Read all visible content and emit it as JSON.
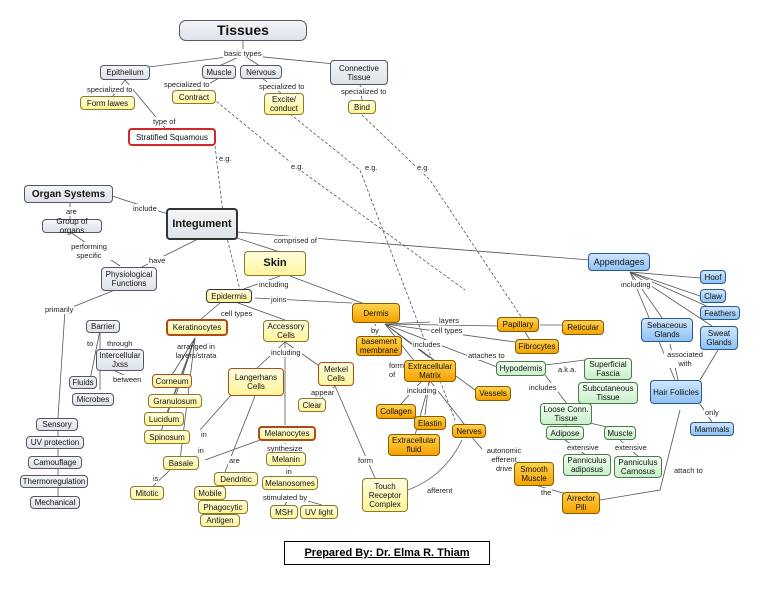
{
  "nodes": {
    "tissues": "Tissues",
    "epithelium": "Epithelium",
    "muscle_t": "Muscle",
    "nervous": "Nervous",
    "connective": "Connective Tissue",
    "form_laws": "Form lawes",
    "contract": "Contract",
    "excite": "Excite/ conduct",
    "bind": "Bind",
    "stratified": "Stratified Squamous",
    "organ_systems": "Organ Systems",
    "group_organs": "Group of organs",
    "integument": "Integument",
    "physiological": "Physiological Functions",
    "skin": "Skin",
    "epidermis": "Epidermis",
    "dermis": "Dermis",
    "appendages": "Appendages",
    "hoof": "Hoof",
    "claw": "Claw",
    "feathers": "Feathers",
    "sebaceous": "Sebaceous Glands",
    "sweat": "Sweat Glands",
    "hair_follicles": "Hair Follicles",
    "mammals": "Mammals",
    "barrier": "Barrier",
    "intercellular": "Intercellular Jxss",
    "fluids": "Fluids",
    "microbes": "Microbes",
    "sensory": "Sensory",
    "uv": "UV protection",
    "camouflage": "Camouflage",
    "thermo": "Thermoregulation",
    "mechanical": "Mechanical",
    "keratinocytes": "Keratinocytes",
    "corneum": "Corneum",
    "granulosum": "Granulosum",
    "lucidum": "Lucidum",
    "spinosum": "Spinosum",
    "basale": "Basale",
    "mitotic": "Mitotic",
    "accessory": "Accessory Cells",
    "langerhans": "Langerhans Cells",
    "merkel": "Merkel Cells",
    "clear": "Clear",
    "melanocytes": "Melanocytes",
    "melanin": "Melanin",
    "melanosomes": "Melanosomes",
    "msh": "MSH",
    "uvlight": "UV light",
    "dendritic": "Dendritic",
    "mobile": "Mobile",
    "phagocytic": "Phagocytic",
    "antigen": "Antigen",
    "touch": "Touch Receptor Complex",
    "basement": "basement membrane",
    "ecm": "Extracellular Matrix",
    "collagen": "Collagen",
    "elastin": "Elastin",
    "ecf": "Extracellular fluid",
    "nerves": "Nerves",
    "vessels": "Vessels",
    "papillary": "Papillary",
    "reticular": "Reticular",
    "fibrocytes": "Fibrocytes",
    "hypodermis": "Hypodermis",
    "superficial": "Superficial Fascia",
    "subcutaneous": "Subcutaneous Tissue",
    "loose": "Loose Conn. Tissue",
    "adipose": "Adipose",
    "muscle_h": "Muscle",
    "panniculus_a": "Panniculus adiposus",
    "panniculus_c": "Panniculus Carnosus",
    "smooth": "Smooth Muscle",
    "arrector": "Arrector Pili"
  },
  "links": {
    "basic_types": "basic types",
    "specialized_to_1": "specialized to",
    "specialized_to_2": "specialized to",
    "specialized_to_3": "specialized to",
    "specialized_to_4": "specialized to",
    "type_of": "type of",
    "eg1": "e.g.",
    "eg2": "e.g.",
    "eg3": "e.g.",
    "eg4": "e.g.",
    "include": "include",
    "are": "are",
    "performing": "performing specific",
    "have": "have",
    "comprised": "comprised of",
    "including_skin": "including",
    "including_app": "including",
    "joins": "joins",
    "cell_types_1": "cell types",
    "cell_types_2": "cell types",
    "layers": "layers",
    "primarily": "primarily",
    "to": "to",
    "through": "through",
    "between": "between",
    "arranged": "arranged in layers/strata",
    "including_acc": "including",
    "appear": "appear",
    "synthesize": "synthesize",
    "in1": "in",
    "in2": "in",
    "in3": "in",
    "are2": "are",
    "is": "is",
    "stimulated": "stimulated by",
    "form": "form",
    "afferent": "afferent",
    "by": "by",
    "formed_of": "formed of",
    "including_ecm": "including",
    "includes": "includes",
    "attaches": "attaches to",
    "autonomic": "autonomic efferent drive",
    "the": "the",
    "aka": "a.k.a.",
    "includes_h": "includes",
    "extensive1": "extensive",
    "extensive2": "extensive",
    "associated": "associated with",
    "only": "only",
    "attach_to": "attach to"
  },
  "credit": "Prepared By: Dr. Elma R. Thiam"
}
